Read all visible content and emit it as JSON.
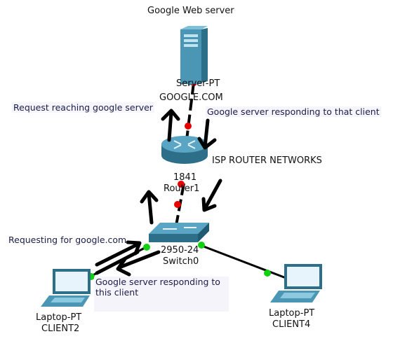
{
  "colors": {
    "link": "#000000",
    "link_up": "#10d010",
    "link_down": "#e80000",
    "device_teal": "#3d88a6",
    "annotation_arrow": "#000000"
  },
  "devices": {
    "server": {
      "title": "Google Web server",
      "type": "Server-PT",
      "name": "GOOGLE.COM",
      "icon": "server-icon"
    },
    "router": {
      "type": "1841",
      "name": "Router1",
      "note": "ISP ROUTER NETWORKS",
      "icon": "router-icon"
    },
    "switch": {
      "type": "2950-24",
      "name": "Switch0",
      "icon": "switch-icon"
    },
    "client2": {
      "type": "Laptop-PT",
      "name": "CLIENT2",
      "icon": "laptop-icon"
    },
    "client4": {
      "type": "Laptop-PT",
      "name": "CLIENT4",
      "icon": "laptop-icon"
    }
  },
  "annotations": {
    "request_reaching": "Request reaching google server",
    "server_responding": "Google server responding to that client",
    "requesting": "Requesting for google.com",
    "responding_client": "Google server responding to this client"
  }
}
